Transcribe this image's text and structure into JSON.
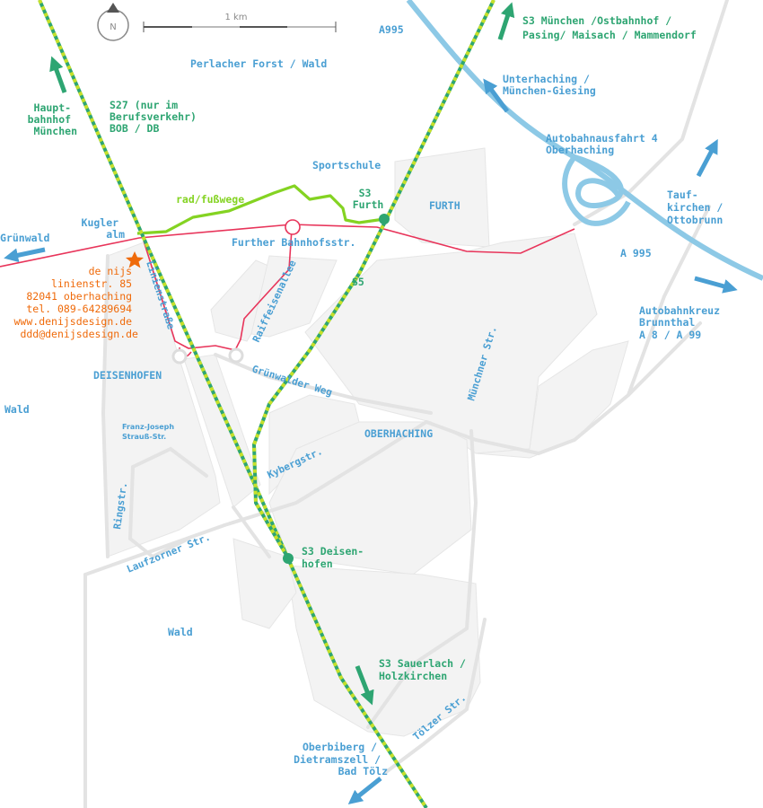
{
  "colors": {
    "label_blue": "#4a9fd3",
    "label_green": "#2ea572",
    "path_lime": "#84d322",
    "rail_red": "#e8345a",
    "highway": "#8dc9e6",
    "address_orange": "#ef6a0a",
    "area_fill": "#f3f3f3",
    "road_gray": "#e2e2e2"
  },
  "compass": {
    "letter": "N",
    "icon": "north-arrow-icon"
  },
  "scale": {
    "label": "1 km"
  },
  "labels": {
    "a995_top": "A995",
    "perlacher": "Perlacher Forst  / Wald",
    "s3_north": [
      "S3 München /Ostbahnhof /",
      "Pasing/ Maisach / Mammendorf"
    ],
    "unterhaching": [
      "Unterhaching /",
      "München-Giesing"
    ],
    "ausfahrt": [
      "Autobahnausfahrt 4",
      "Oberhaching"
    ],
    "hbf": [
      "Haupt-",
      "bahnhof",
      "München"
    ],
    "s27": [
      "S27 (nur im",
      "Berufsverkehr)",
      "BOB / DB"
    ],
    "sportschule": "Sportschule",
    "radwege": "rad/fußwege",
    "s3_furth": [
      "S3",
      "Furth"
    ],
    "furth": "FURTH",
    "taufkirchen": [
      "Tauf-",
      "kirchen /",
      "Ottobrunn"
    ],
    "kugleralm": [
      "Kugler",
      "alm"
    ],
    "gruenwald": "Grünwald",
    "further_str": "Further Bahnhofsstr.",
    "a995_right": "A 995",
    "s5": "S5",
    "kreuz": [
      "Autobahnkreuz",
      "Brunnthal",
      "A 8 / A 99"
    ],
    "deisenhofen": "DEISENHOFEN",
    "wald_left": "Wald",
    "oberhaching": "OBERHACHING",
    "fjs": [
      "Franz-Joseph",
      "Strauß-Str."
    ],
    "s3_deisenhofen": [
      "S3 Deisen-",
      "hofen"
    ],
    "wald_bottom": "Wald",
    "s3_sauerlach": [
      "S3 Sauerlach /",
      "Holzkirchen"
    ],
    "oberbiberg": [
      "Oberbiberg /",
      "Dietramszell /",
      "Bad Tölz"
    ]
  },
  "streets": {
    "linienstrasse": "Linienstraße",
    "raiffeisen": "Raiffeisenallee",
    "gruenwalder": "Grünwalder Weg",
    "muenchner": "Münchner Str.",
    "kyberg": "Kybergstr.",
    "ringstr": "Ringstr.",
    "laufzorner": "Laufzorner Str.",
    "toelzer": "Tölzer Str."
  },
  "address": {
    "lines": [
      "de nijs",
      "linienstr. 85",
      "82041 oberhaching",
      "tel. 089-64289694",
      "www.denijsdesign.de",
      "ddd@denijsdesign.de"
    ],
    "marker": "location-star-icon"
  },
  "arrows": [
    {
      "name": "arrow-s3-north-icon",
      "color": "green"
    },
    {
      "name": "arrow-hbf-icon",
      "color": "green"
    },
    {
      "name": "arrow-unterhaching-icon",
      "color": "blue"
    },
    {
      "name": "arrow-taufkirchen-icon",
      "color": "blue"
    },
    {
      "name": "arrow-gruenwald-icon",
      "color": "blue"
    },
    {
      "name": "arrow-brunnthal-icon",
      "color": "blue"
    },
    {
      "name": "arrow-sauerlach-icon",
      "color": "green"
    },
    {
      "name": "arrow-toelz-icon",
      "color": "blue"
    }
  ]
}
